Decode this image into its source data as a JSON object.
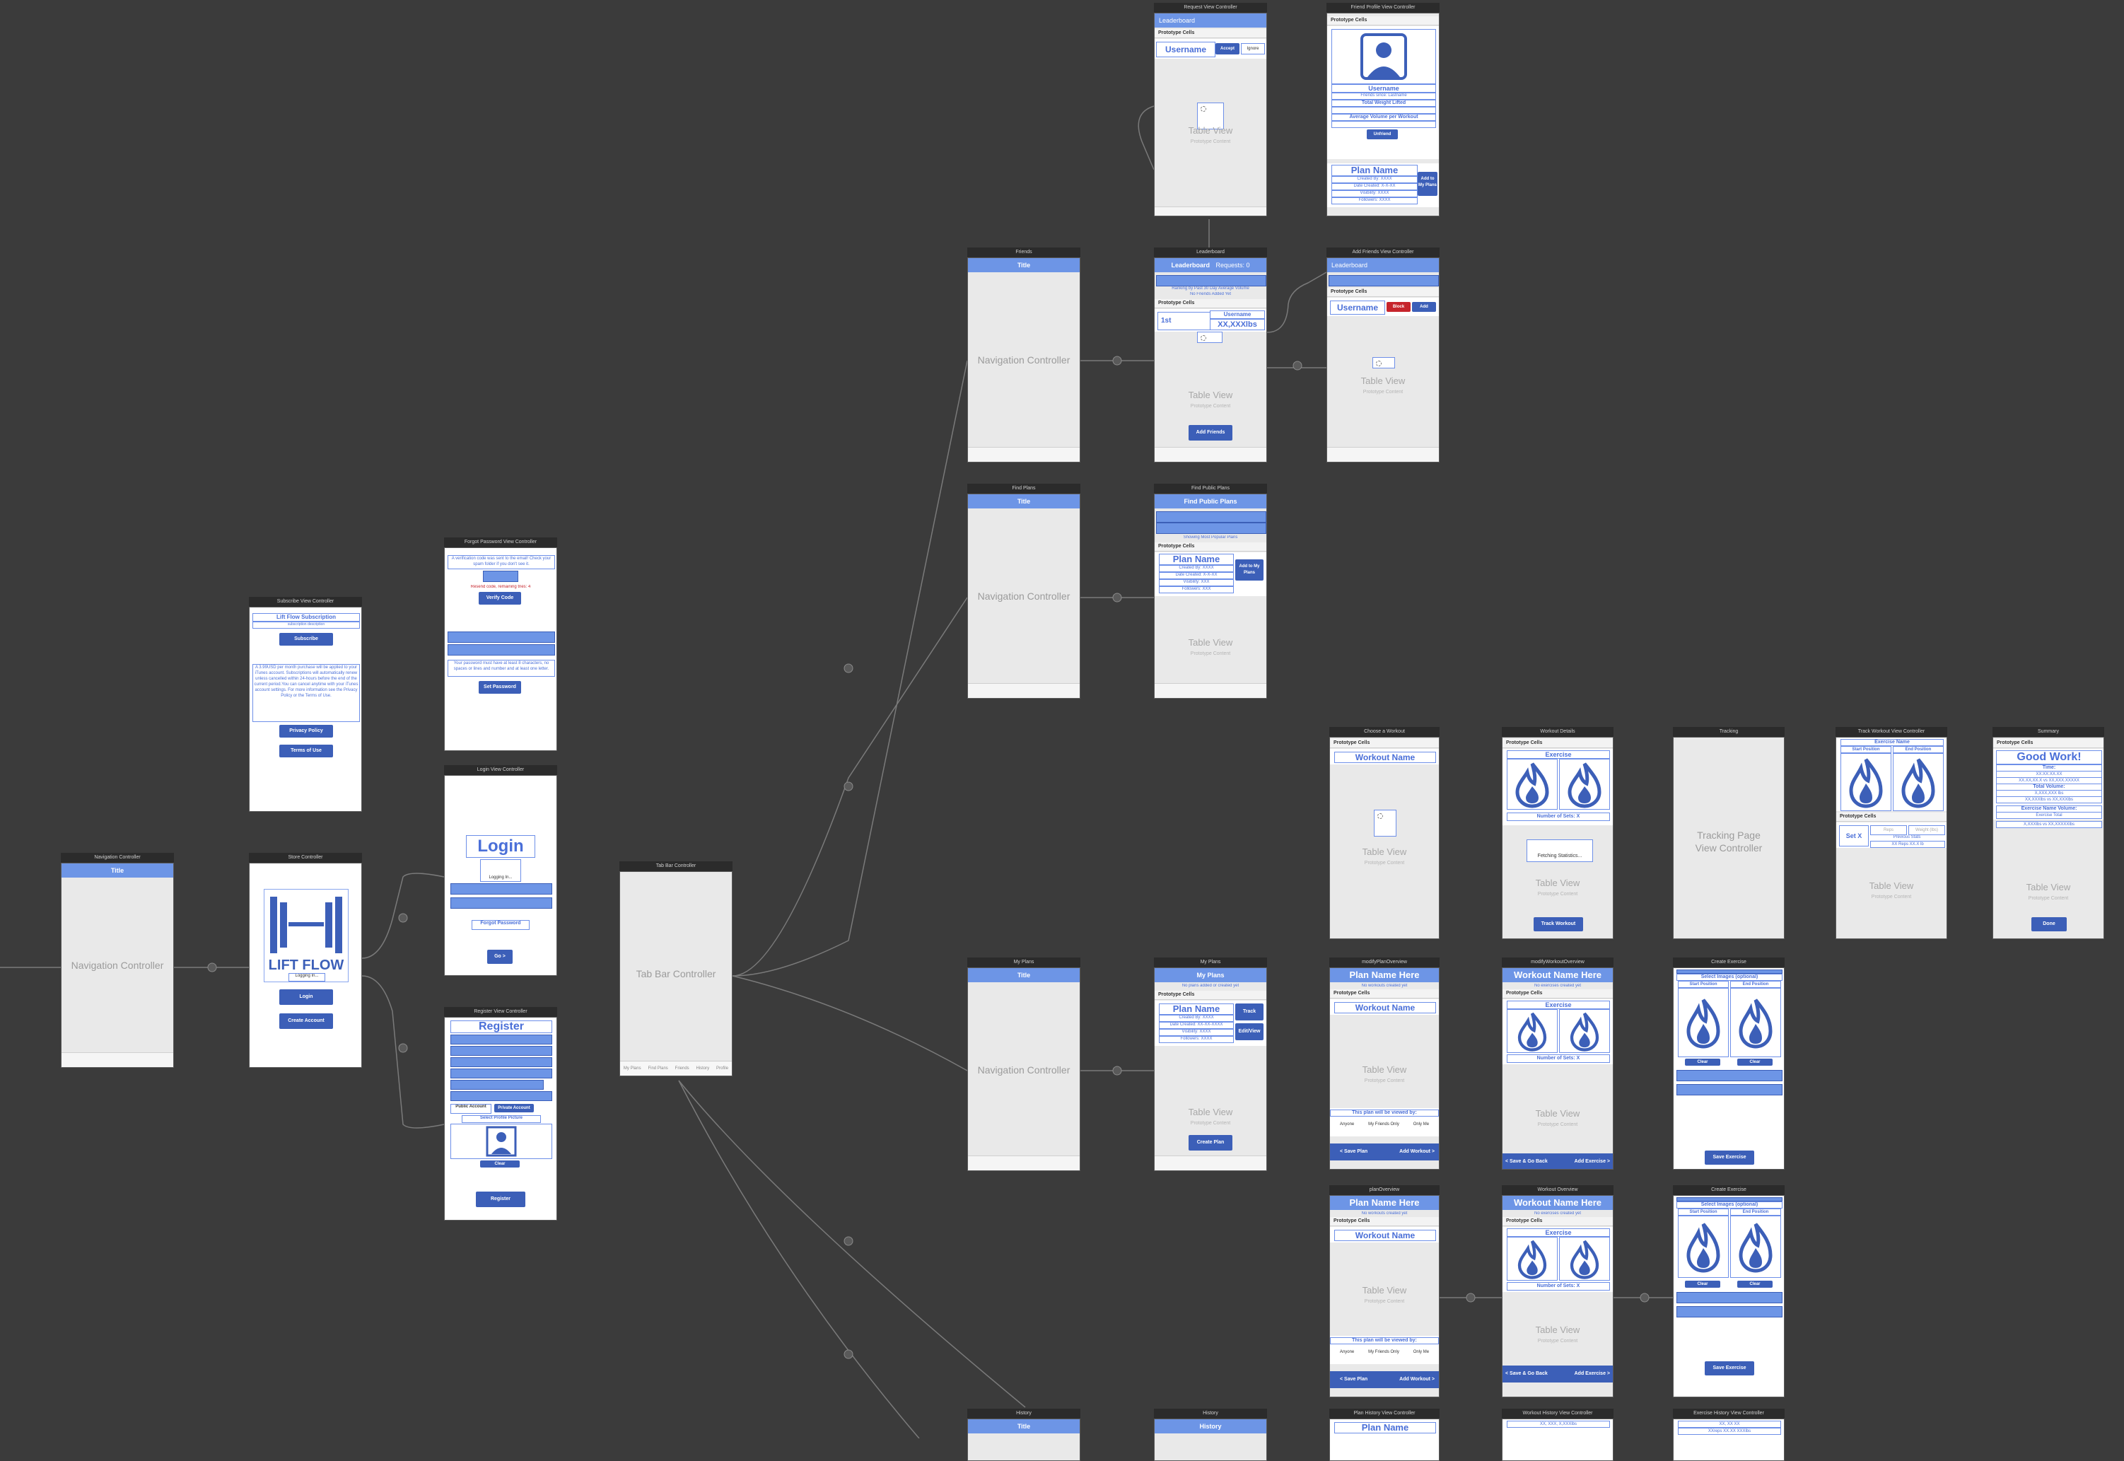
{
  "colors": {
    "canvas": "#3b3b3b",
    "accent": "#6d95e6",
    "button": "#3c5fb8",
    "danger": "#c6252c"
  },
  "common": {
    "title": "Title",
    "navigation_controller": "Navigation Controller",
    "table_view": "Table View",
    "prototype_content": "Prototype Content",
    "prototype_cells": "Prototype Cells"
  },
  "scenes": {
    "navigation_controller": {
      "title": "Navigation Controller",
      "navbar": "Title",
      "label": "Navigation Controller"
    },
    "store_controller": {
      "title": "Store Controller",
      "logo_text": "LIFT FLOW",
      "logging_in": "Logging In...",
      "login_button": "Login",
      "create_account_button": "Create Account"
    },
    "subscribe": {
      "title": "Subscribe View Controller",
      "heading": "Lift Flow Subscription",
      "subheading": "subscription description",
      "subscribe_button": "Subscribe",
      "legal": "A 3.99USD per month purchase will be applied to your iTunes account. Subscriptions will automatically renew unless cancelled within 24-hours before the end of the current period.You can cancel anytime with your iTunes account settings. For more information see the Privacy Policy or the Terms of Use.",
      "privacy_button": "Privacy Policy",
      "terms_button": "Terms of Use"
    },
    "forgot_password": {
      "title": "Forgot Password View Controller",
      "info": "A verification code was sent to the email! Check your spam folder if you don't see it.",
      "resend": "Resend code, remaining tries: 4",
      "verify_button": "Verify Code",
      "password_hint": "Your password must have at least 8 characters, no spaces or lines and number and at least one letter.",
      "set_password_button": "Set Password"
    },
    "login": {
      "title": "Login View Controller",
      "heading": "Login",
      "logging_in": "Logging In...",
      "forgot_button": "Forgot Password",
      "go_button": "Go >"
    },
    "register": {
      "title": "Register View Controller",
      "heading": "Register",
      "public_account": "Public Account",
      "private_account": "Private Account",
      "select_picture": "Select Profile Picture",
      "clear_button": "Clear",
      "register_button": "Register"
    },
    "tab_bar": {
      "title": "Tab Bar Controller",
      "label": "Tab Bar Controller",
      "tabs": [
        "My Plans",
        "Find Plans",
        "Friends",
        "History",
        "Profile"
      ]
    },
    "friends_nav": {
      "title": "Friends",
      "navbar": "Title",
      "label": "Navigation Controller"
    },
    "find_plans_nav": {
      "title": "Find Plans",
      "navbar": "Title",
      "label": "Navigation Controller"
    },
    "my_plans_nav": {
      "title": "My Plans",
      "navbar": "Title",
      "label": "Navigation Controller"
    },
    "history_nav": {
      "title": "History",
      "navbar": "Title"
    },
    "leaderboard": {
      "title": "Leaderboard",
      "navbar": "Leaderboard",
      "requests": "Requests: 0",
      "ranking": "Ranking by Past 30 Day Average Volume",
      "no_friends": "No Friends Added Yet",
      "rank": "1st",
      "username": "Username",
      "volume": "XX,XXXlbs",
      "add_friends_button": "Add Friends"
    },
    "request_view": {
      "title": "Request View Controller",
      "back": "Leaderboard",
      "username": "Username",
      "accept": "Accept",
      "ignore": "Ignore"
    },
    "friend_profile": {
      "title": "Friend Profile View Controller",
      "username": "Username",
      "friends_since": "Friends since: Lastname",
      "total_weight": "Total Weight Lifted",
      "average_volume": "Average Volume per Workout",
      "unfriend_button": "Unfriend",
      "plan_name": "Plan Name",
      "created_by": "Created By: XXXX",
      "date_created": "Date Created: X-X-XX",
      "visibility": "Visibility: XXXX",
      "followers": "Followers: XXXX",
      "add_button": "Add to My Plans"
    },
    "add_friends": {
      "title": "Add Friends View Controller",
      "back": "Leaderboard",
      "username": "Username",
      "block": "Block",
      "add": "Add"
    },
    "find_public_plans": {
      "title": "Find Public Plans",
      "navbar": "Find Public Plans",
      "showing": "Showing Most Popular Plans",
      "plan_name": "Plan Name",
      "created_by": "Created By: XXXX",
      "date_created": "Date Created: X-X-XX",
      "visibility": "Visibility: XXX",
      "followers": "Followers: XXX",
      "add_button": "Add to My Plans"
    },
    "my_plans": {
      "title": "My Plans",
      "navbar": "My Plans",
      "no_plans": "No plans added or created yet",
      "plan_name": "Plan Name",
      "created_by": "Created By: XXXX",
      "date_created": "Date Created: XX-XX-XXXX",
      "visibility": "Visibility: XXXX",
      "followers": "Followers: XXXX",
      "track_button": "Track",
      "edit_button": "Edit/View",
      "create_button": "Create Plan"
    },
    "choose_workout": {
      "title": "Choose a Workout",
      "workout_name": "Workout Name"
    },
    "workout_details": {
      "title": "Workout Details",
      "exercise": "Exercise",
      "number_of_sets": "Number of Sets: X",
      "fetching": "Fetching Statistics...",
      "track_button": "Track Workout"
    },
    "tracking": {
      "title": "Tracking",
      "label_line1": "Tracking Page",
      "label_line2": "View Controller"
    },
    "track_workout": {
      "title": "Track Workout View Controller",
      "exercise_name": "Exercise Name",
      "start_position": "Start Position",
      "end_position": "End Position",
      "set_label": "Set X",
      "reps": "Reps",
      "weight": "Weight (lbs)",
      "previous": "Previous Stats",
      "previous_value": "XX Reps XX.X lb"
    },
    "summary": {
      "title": "Summary",
      "heading": "Good Work!",
      "time": "Time:",
      "time_value": "XX:XX:XX.XX",
      "volume_label": "XX.XX,XX.X vs XX,XXX.XXXXX",
      "total_volume": "Total Volume:",
      "total_value": "X,XXX,XXX lbs",
      "volume_compare": "XX,XXXlbs vs XX,XXXlbs",
      "exercise_volume": "Exercise Name Volume:",
      "exercise_value": "Exercise Total",
      "exercise_compare": "X,XXXlbs vs XX,XXXXXlbs",
      "done_button": "Done"
    },
    "modify_plan": {
      "title": "modifyPlanOverview",
      "plan_name_here": "Plan Name Here",
      "no_workouts": "No workouts created yet",
      "workout_name": "Workout Name",
      "viewed_by": "This plan will be viewed by:",
      "options": [
        "Anyone",
        "My Friends Only",
        "Only Me"
      ],
      "save_button": "< Save Plan",
      "add_button": "Add Workout >"
    },
    "modify_workout": {
      "title": "modifyWorkoutOverview",
      "workout_name_here": "Workout Name Here",
      "no_exercises": "No exercises created yet",
      "exercise": "Exercise",
      "number_of_sets": "Number of Sets: X",
      "save_button": "< Save & Go Back",
      "add_button": "Add Exercise >"
    },
    "create_exercise": {
      "title": "Create Exercise",
      "select_images": "Select Images (optional)",
      "start_position": "Start Position",
      "end_position": "End Position",
      "clear_button": "Clear",
      "save_button": "Save Exercise"
    },
    "plan_overview": {
      "title": "planOverview",
      "plan_name_here": "Plan Name Here",
      "no_workouts": "No workouts created yet",
      "workout_name": "Workout Name",
      "viewed_by": "This plan will be viewed by:",
      "options": [
        "Anyone",
        "My Friends Only",
        "Only Me"
      ],
      "save_button": "< Save Plan",
      "add_button": "Add Workout >"
    },
    "workout_overview": {
      "title": "Workout Overview",
      "workout_name_here": "Workout Name Here",
      "no_exercises": "No exercises created yet",
      "exercise": "Exercise",
      "number_of_sets": "Number of Sets: X",
      "save_button": "< Save & Go Back",
      "add_button": "Add Exercise >"
    },
    "create_exercise_2": {
      "title": "Create Exercise",
      "select_images": "Select Images (optional)",
      "start_position": "Start Position",
      "end_position": "End Position",
      "clear_button": "Clear",
      "save_button": "Save Exercise"
    },
    "history": {
      "title": "History",
      "navbar": "History"
    },
    "plan_history": {
      "title": "Plan History View Controller",
      "plan_name": "Plan Name"
    },
    "workout_history": {
      "title": "Workout History View Controller",
      "value": "XX, XXX, X,XXXlbs"
    },
    "exercise_history": {
      "title": "Exercise History View Controller",
      "value1": "XX, XX XX",
      "value2": "XXreps XX.XX XXXlbs"
    }
  }
}
